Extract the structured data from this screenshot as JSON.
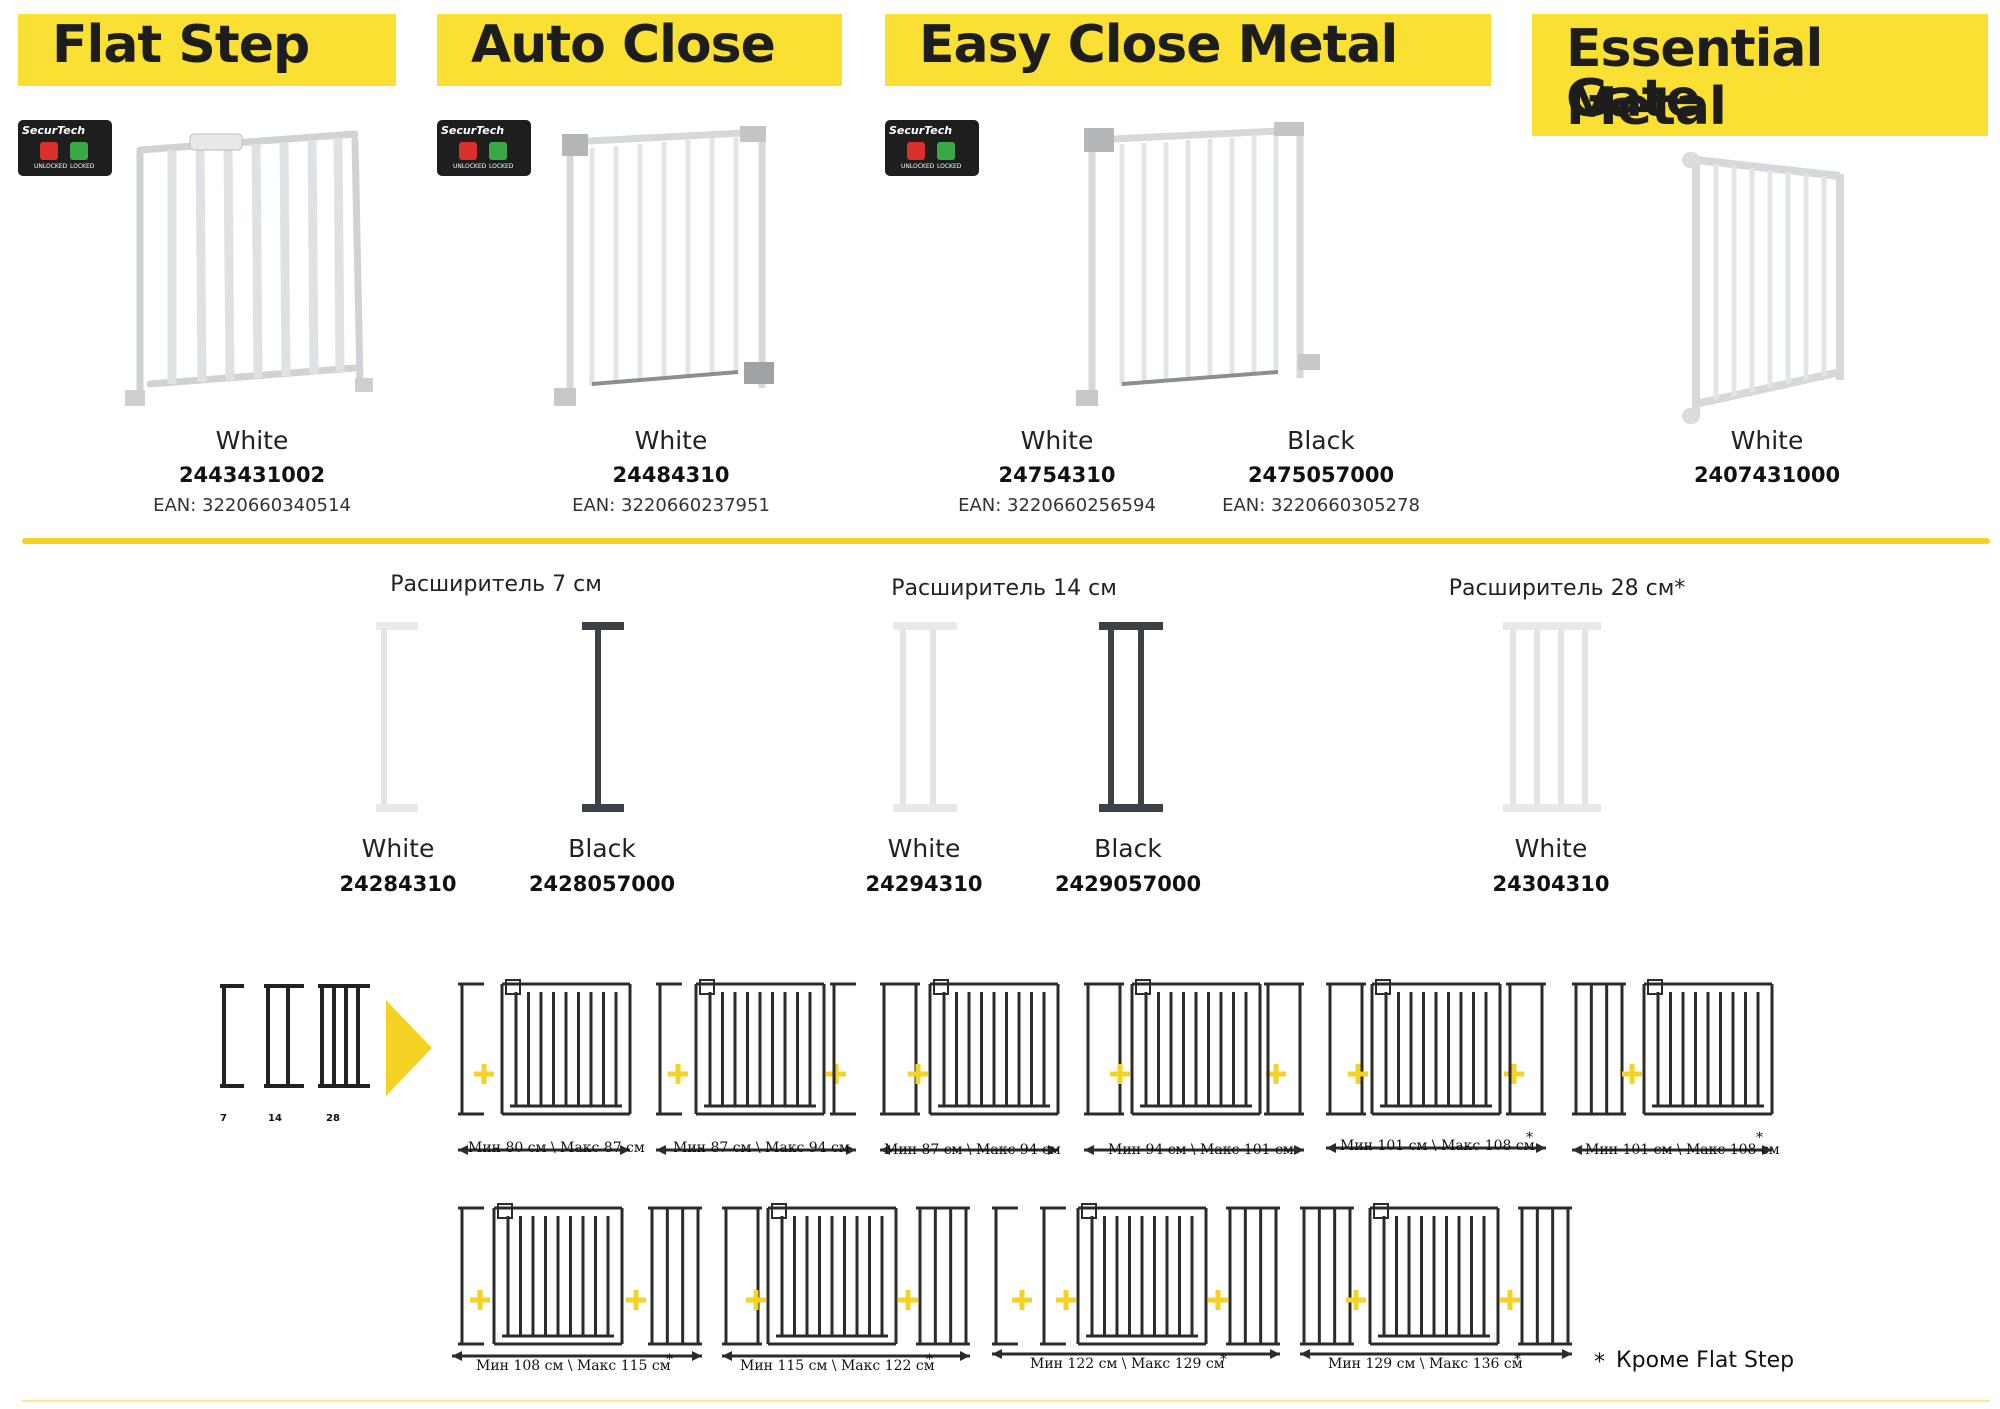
{
  "products": [
    {
      "title": "Flat Step",
      "variants": [
        {
          "color": "White",
          "code": "2443431002",
          "ean": "EAN: 3220660340514"
        }
      ]
    },
    {
      "title": "Auto Close",
      "variants": [
        {
          "color": "White",
          "code": "24484310",
          "ean": "EAN: 3220660237951"
        }
      ]
    },
    {
      "title": "Easy Close Metal",
      "variants": [
        {
          "color": "White",
          "code": "24754310",
          "ean": "EAN: 3220660256594"
        },
        {
          "color": "Black",
          "code": "2475057000",
          "ean": "EAN: 3220660305278"
        }
      ]
    },
    {
      "title_line1": "Essential Metal",
      "title_line2": "Gate",
      "variants": [
        {
          "color": "White",
          "code": "2407431000"
        }
      ]
    }
  ],
  "badge": {
    "logo": "SecurTech",
    "unlocked": "UNLOCKED",
    "locked": "LOCKED"
  },
  "extensions": [
    {
      "title": "Расширитель 7 см",
      "items": [
        {
          "color": "White",
          "code": "24284310"
        },
        {
          "color": "Black",
          "code": "2428057000"
        }
      ]
    },
    {
      "title": "Расширитель 14 см",
      "items": [
        {
          "color": "White",
          "code": "24294310"
        },
        {
          "color": "Black",
          "code": "2429057000"
        }
      ]
    },
    {
      "title": "Расширитель 28 см*",
      "items": [
        {
          "color": "White",
          "code": "24304310"
        }
      ]
    }
  ],
  "legend_sizes": [
    "7",
    "14",
    "28"
  ],
  "configs_row1": [
    "Мин 80 см \\ Макс 87 см",
    "Мин 87 см \\ Макс 94 см",
    "Мин 87 см \\ Макс 94 см",
    "Мин 94 см \\ Макс 101 см",
    "Мин 101 см \\ Макс 108 см",
    "Мин 101 см \\ Макс 108 см"
  ],
  "configs_row2": [
    "Мин 108 см \\ Макс 115 см",
    "Мин 115 см \\ Макс 122 см",
    "Мин 122 см \\ Макс 129 см",
    "Мин 129 см \\ Макс 136 см"
  ],
  "footnote": "Кроме Flat Step",
  "asterisk": "*",
  "colors": {
    "accent": "#f9e032",
    "divider": "#f4d324",
    "black_gate": "#3b4146",
    "white_gate": "#e9e9e9"
  }
}
